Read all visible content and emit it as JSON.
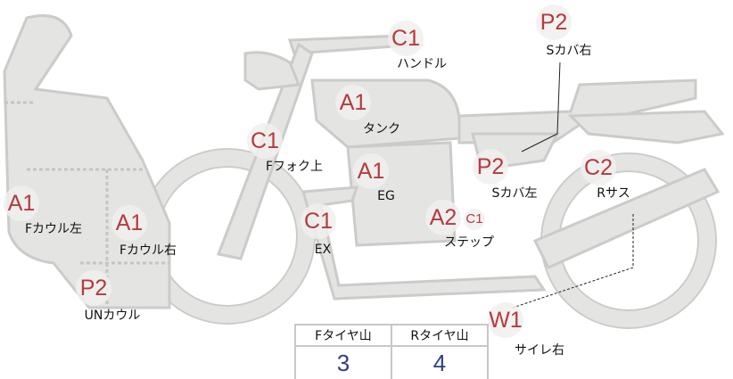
{
  "markers": [
    {
      "code": "C1",
      "label": "ハンドル"
    },
    {
      "code": "P2",
      "label": "Sカバ右"
    },
    {
      "code": "A1",
      "label": "タンク"
    },
    {
      "code": "C1",
      "label": "Fフォク上"
    },
    {
      "code": "A1",
      "label": "EG"
    },
    {
      "code": "P2",
      "label": "Sカバ左"
    },
    {
      "code": "C2",
      "label": "Rサス"
    },
    {
      "code": "A1",
      "label": "Fカウル左"
    },
    {
      "code": "A1",
      "label": "Fカウル右"
    },
    {
      "code": "C1",
      "label": "EX"
    },
    {
      "code": "A2",
      "extra_code": "C1",
      "label": "ステップ"
    },
    {
      "code": "P2",
      "label": "UNカウル"
    },
    {
      "code": "W1",
      "label": "サイレ右"
    }
  ],
  "tread_table": {
    "headers": [
      "Fタイヤ山",
      "Rタイヤ山"
    ],
    "values": [
      "3",
      "4"
    ]
  },
  "colors": {
    "code": "#b53a3f",
    "value": "#2d4187",
    "body": "#e4e4e2"
  }
}
